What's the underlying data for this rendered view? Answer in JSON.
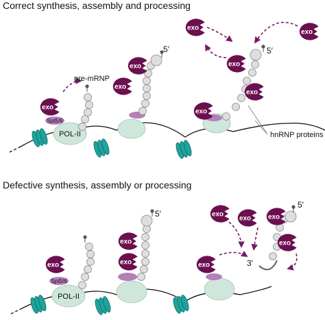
{
  "panels": [
    {
      "title": "Correct synthesis, assembly and processing",
      "labels": {
        "pre_mrnp": "pre-mRNP",
        "hnrnp": "hnRNP proteins",
        "five_prime": "5′",
        "pol": "POL-II",
        "spt": "Spt5/6",
        "exo": "exo"
      }
    },
    {
      "title": "Defective synthesis, assembly or processing",
      "labels": {
        "five_prime": "5′",
        "three_prime": "3′",
        "pol": "POL-II",
        "spt": "Spt5/6",
        "exo": "exo"
      }
    }
  ],
  "colors": {
    "exo": "#6b0f4f",
    "spt": "#b57fb8",
    "pol": "#cfe6db",
    "nucleosome": "#1fa39c",
    "arrow": "#7a1a6b",
    "bead": "#dedede"
  }
}
